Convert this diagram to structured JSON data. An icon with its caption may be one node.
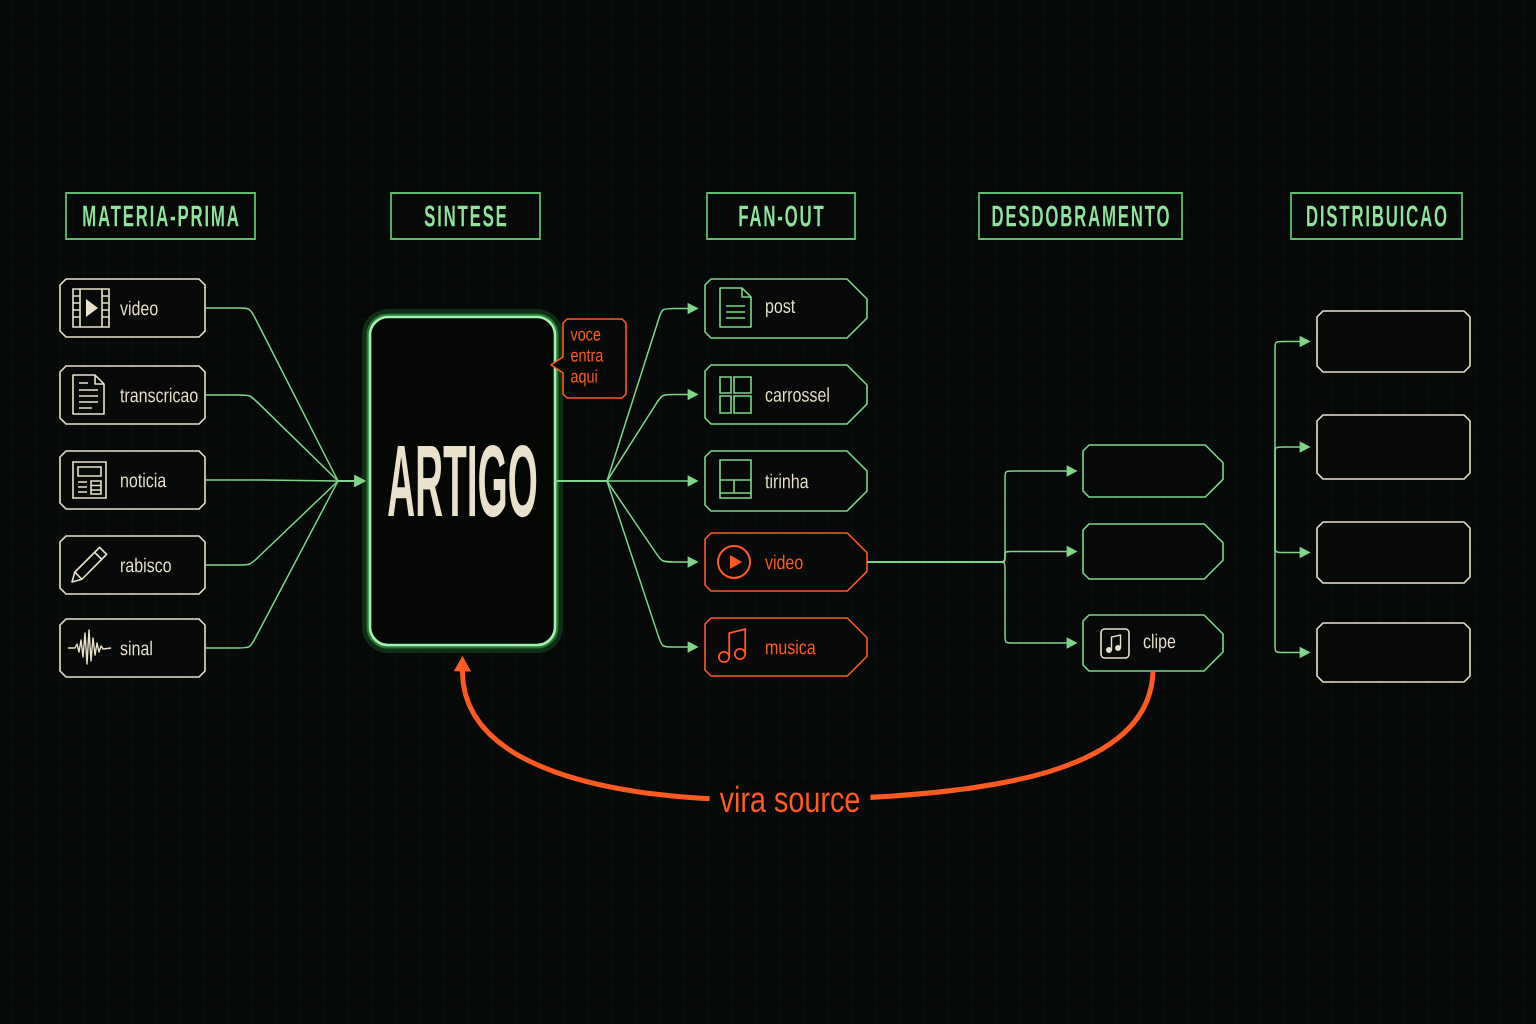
{
  "diagram": {
    "nodes": [
      {
        "text": [
          "MATERIA-PRIMA"
        ]
      },
      {
        "text": [
          "SINTESE"
        ]
      },
      {
        "text": [
          "FAN-OUT"
        ]
      },
      {
        "text": [
          "DESDOBRAMENTO"
        ]
      },
      {
        "text": [
          "DISTRIBUICAO"
        ]
      },
      {
        "text": [
          "video"
        ]
      },
      {
        "text": [
          "transcricao"
        ]
      },
      {
        "text": [
          "noticia"
        ]
      },
      {
        "text": [
          "rabisco"
        ]
      },
      {
        "text": [
          "sinal"
        ]
      },
      {
        "text": [
          "ARTIGO"
        ]
      },
      {
        "text": [
          "voce entra aqui"
        ]
      },
      {
        "text": [
          "post"
        ]
      },
      {
        "text": [
          "carrossel"
        ]
      },
      {
        "text": [
          "tirinha"
        ]
      },
      {
        "text": [
          "video"
        ]
      },
      {
        "text": [
          "musica"
        ]
      },
      {
        "text": [],
        "shape": "box"
      },
      {
        "text": [],
        "shape": "box"
      },
      {
        "text": [
          "clipe"
        ]
      },
      {
        "text": [],
        "shape": "box"
      },
      {
        "text": [],
        "shape": "box"
      },
      {
        "text": [],
        "shape": "box"
      },
      {
        "text": [],
        "shape": "box"
      }
    ],
    "edges": [
      {
        "from": 5,
        "to": 10,
        "arrow": "to"
      },
      {
        "from": 6,
        "to": 10,
        "arrow": "to"
      },
      {
        "from": 7,
        "to": 10,
        "arrow": "to"
      },
      {
        "from": 8,
        "to": 10,
        "arrow": "to"
      },
      {
        "from": 9,
        "to": 10,
        "arrow": "to"
      },
      {
        "from": 10,
        "to": 12,
        "arrow": "to"
      },
      {
        "from": 10,
        "to": 13,
        "arrow": "to"
      },
      {
        "from": 10,
        "to": 14,
        "arrow": "to"
      },
      {
        "from": 10,
        "to": 15,
        "arrow": "to"
      },
      {
        "from": 10,
        "to": 16,
        "arrow": "to"
      },
      {
        "from": 15,
        "to": 17,
        "arrow": "to"
      },
      {
        "from": 15,
        "to": 18,
        "arrow": "to"
      },
      {
        "from": 15,
        "to": 19,
        "arrow": "to"
      },
      {
        "from": null,
        "to": 20,
        "arrow": "to"
      },
      {
        "from": null,
        "to": 21,
        "arrow": "to"
      },
      {
        "from": null,
        "to": 22,
        "arrow": "to"
      },
      {
        "from": null,
        "to": 23,
        "arrow": "to"
      },
      {
        "from": 19,
        "to": 10,
        "arrow": "to",
        "label": "vira source",
        "style": "thick",
        "color": "#ff5b21"
      }
    ]
  }
}
